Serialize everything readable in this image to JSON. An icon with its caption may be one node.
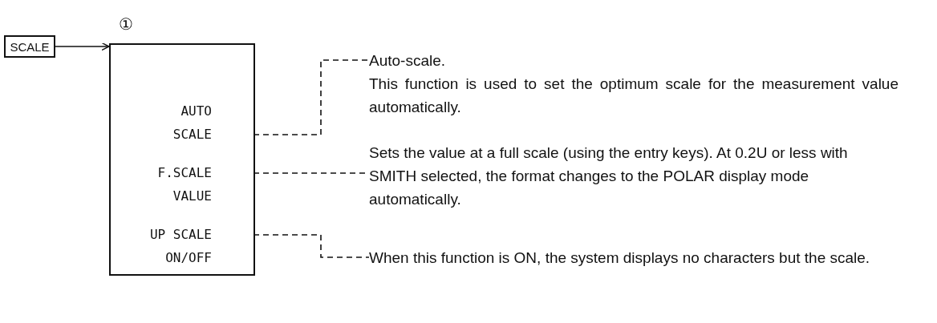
{
  "diagram": {
    "nodes": [
      {
        "text": [
          "SCALE"
        ]
      },
      {
        "text": [],
        "shape": "box",
        "beside": [
          "①"
        ]
      },
      {
        "text": [
          "AUTO SCALE"
        ],
        "in": 1
      },
      {
        "text": [
          "F.SCALE VALUE"
        ],
        "in": 1
      },
      {
        "text": [
          "UP SCALE ON/OFF"
        ],
        "in": 1
      },
      {
        "text": [
          "Auto-scale.",
          "This function is used to set the optimum scale for the measurement value automatically."
        ]
      },
      {
        "text": [
          "Sets the value at a full scale (using the entry keys).  At 0.2U or less with SMITH selected, the format changes to the POLAR display mode automatically."
        ]
      },
      {
        "text": [
          "When this function is ON, the system displays no characters but the scale."
        ]
      }
    ],
    "edges": [
      {
        "from": 0,
        "to": 1,
        "arrow": "to"
      },
      {
        "from": 2,
        "to": 5,
        "arrow": "none",
        "style": "dashed"
      },
      {
        "from": 3,
        "to": 6,
        "arrow": "none",
        "style": "dashed"
      },
      {
        "from": 4,
        "to": 7,
        "arrow": "none",
        "style": "dashed"
      }
    ]
  }
}
